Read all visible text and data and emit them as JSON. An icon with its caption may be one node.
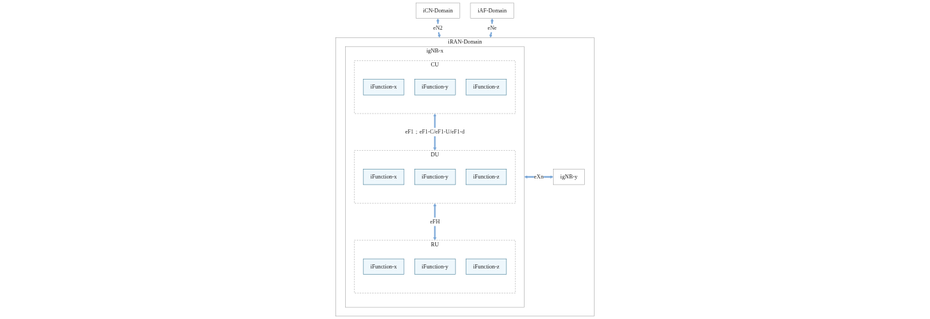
{
  "diagram": {
    "nodes": [
      {
        "text": [
          "iCN-Domain"
        ]
      },
      {
        "text": [
          "iAF-Domain"
        ]
      },
      {
        "text": [
          "iRAN-Domain"
        ]
      },
      {
        "text": [
          "igNB-x"
        ],
        "in": 2
      },
      {
        "text": [
          "CU"
        ],
        "in": 3
      },
      {
        "text": [
          "iFunction-x"
        ],
        "in": 4
      },
      {
        "text": [
          "iFunction-y"
        ],
        "in": 4
      },
      {
        "text": [
          "iFunction-z"
        ],
        "in": 4
      },
      {
        "text": [
          "DU"
        ],
        "in": 3
      },
      {
        "text": [
          "iFunction-x"
        ],
        "in": 8
      },
      {
        "text": [
          "iFunction-y"
        ],
        "in": 8
      },
      {
        "text": [
          "iFunction-z"
        ],
        "in": 8
      },
      {
        "text": [
          "RU"
        ],
        "in": 3
      },
      {
        "text": [
          "iFunction-x"
        ],
        "in": 12
      },
      {
        "text": [
          "iFunction-y"
        ],
        "in": 12
      },
      {
        "text": [
          "iFunction-z"
        ],
        "in": 12
      },
      {
        "text": [
          "igNB-y"
        ],
        "in": 2
      }
    ],
    "edges": [
      {
        "from": 0,
        "to": 2,
        "arrow": "both",
        "label": "eN2"
      },
      {
        "from": 1,
        "to": 2,
        "arrow": "both",
        "label": "eNe"
      },
      {
        "from": 4,
        "to": 8,
        "arrow": "both",
        "label": "eF1；eF1-C/eF1-U/eF1-d"
      },
      {
        "from": 8,
        "to": 12,
        "arrow": "both",
        "label": "eFH"
      },
      {
        "from": 3,
        "to": 16,
        "arrow": "both",
        "label": "eXn"
      }
    ]
  }
}
